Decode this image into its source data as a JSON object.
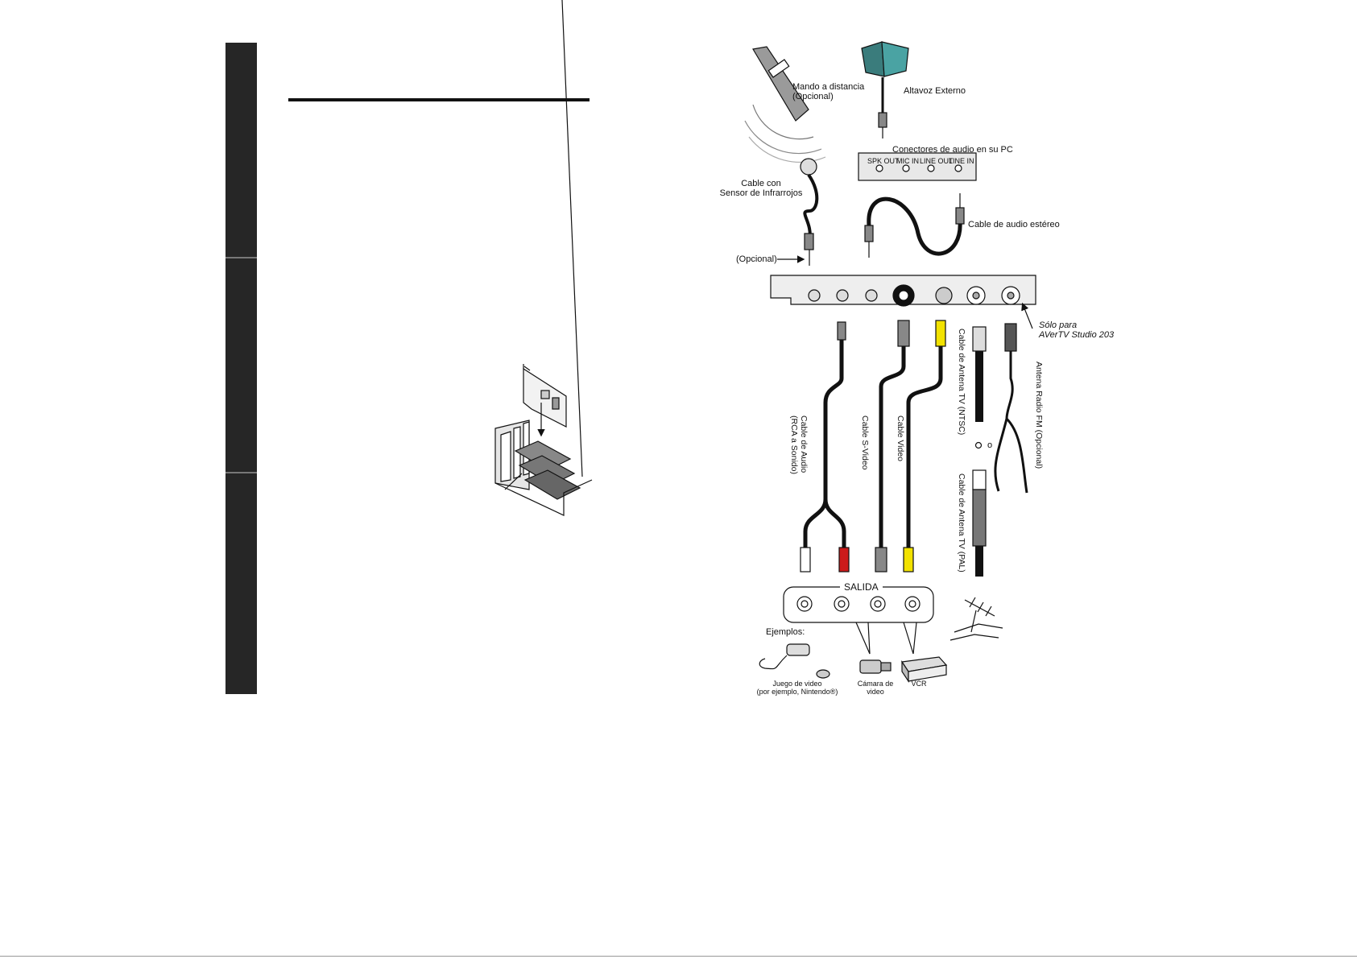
{
  "diagram": {
    "remote_label": [
      "Mando a distancia",
      "(Opcional)"
    ],
    "speaker_label": "Altavoz Externo",
    "pc_audio_label": "Conectores de audio en su PC",
    "pc_ports": [
      "SPK OUT",
      "MIC IN",
      "LINE OUT",
      "LINE IN"
    ],
    "ir_cable_label": [
      "Cable con",
      "Sensor de Infrarrojos"
    ],
    "stereo_cable_label": "Cable de audio estéreo",
    "optional_label": "(Opcional)",
    "studio_note": [
      "Sólo para",
      "AVerTV Studio 203"
    ],
    "audio_cable_label": [
      "Cable de Audio",
      "(RCA a Sonido)"
    ],
    "svideo_cable_label": "Cable S-Video",
    "video_cable_label": "Cable Video",
    "antenna_ntsc_label": "Cable de Antena TV (NTSC)",
    "or_label": "o",
    "antenna_pal_label": "Cable de Antena TV (PAL)",
    "fm_antenna_label": "Antena Radio FM (Opcional)",
    "output_label": "SALIDA",
    "examples_label": "Ejemplos:",
    "example_game": [
      "Juego de video",
      "(por ejemplo, Nintendo®)"
    ],
    "example_camera": [
      "Cámara de",
      "video"
    ],
    "example_vcr": "VCR"
  }
}
